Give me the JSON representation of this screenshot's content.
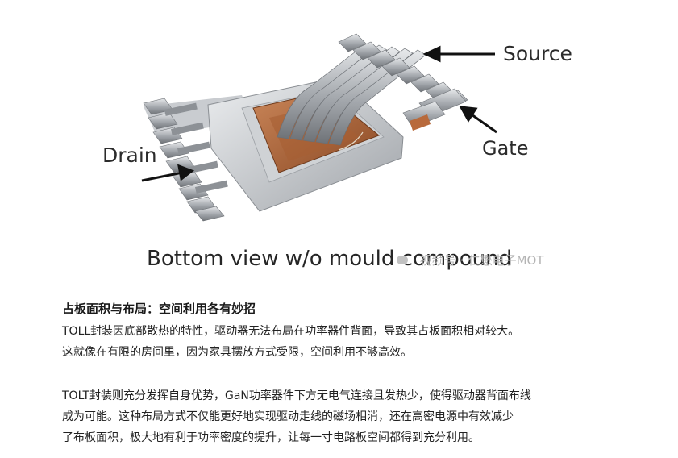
{
  "figure": {
    "labels": {
      "source": "Source",
      "gate": "Gate",
      "drain": "Drain"
    },
    "caption": "Bottom view w/o mould compound"
  },
  "watermark": {
    "prefix": "·",
    "account": "视频号",
    "separator": "·",
    "name": "仁懋电子MOT"
  },
  "article": {
    "heading": "占板面积与布局：空间利用各有妙招",
    "paragraph1": [
      "TOLL封装因底部散热的特性，驱动器无法布局在功率器件背面，导致其占板面积相对较大。",
      "这就像在有限的房间里，因为家具摆放方式受限，空间利用不够高效。"
    ],
    "paragraph2": [
      "TOLT封装则充分发挥自身优势，GaN功率器件下方无电气连接且发热少，使得驱动器背面布线",
      "成为可能。这种布局方式不仅能更好地实现驱动走线的磁场相消，还在高密电源中有效减少",
      "了布板面积，极大地有利于功率密度的提升，让每一寸电路板空间都得到充分利用。"
    ]
  },
  "colors": {
    "copper": "#b86a3c",
    "metal": "#b9bcc0",
    "frame": "#d6d8da",
    "text": "#222222",
    "watermark": "#b4b4b4"
  }
}
